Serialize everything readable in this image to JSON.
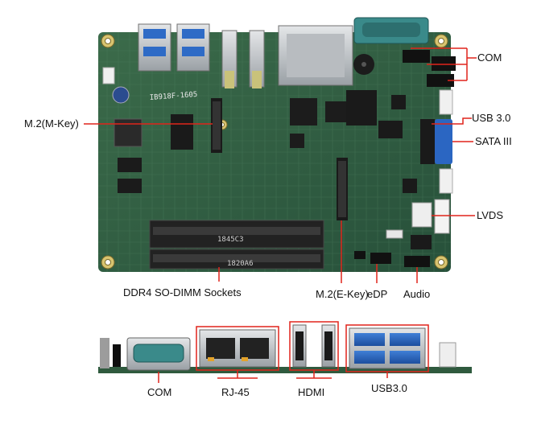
{
  "top_board_labels": {
    "com": "COM",
    "usb30": "USB 3.0",
    "sata": "SATA III",
    "lvds": "LVDS",
    "m2_mkey": "M.2(M-Key)",
    "ddr4": "DDR4 SO-DIMM Sockets",
    "m2_ekey": "M.2(E-Key)",
    "edp": "eDP",
    "audio": "Audio"
  },
  "silkscreen": {
    "board_id": "IB918F-1605",
    "slot_top": "1845C3",
    "slot_bottom": "1820A6"
  },
  "io_labels": {
    "com": "COM",
    "rj45": "RJ-45",
    "hdmi": "HDMI",
    "usb": "USB3.0"
  },
  "colors": {
    "callout_red": "#e0241b",
    "pcb_green": "#2f5a3e"
  }
}
